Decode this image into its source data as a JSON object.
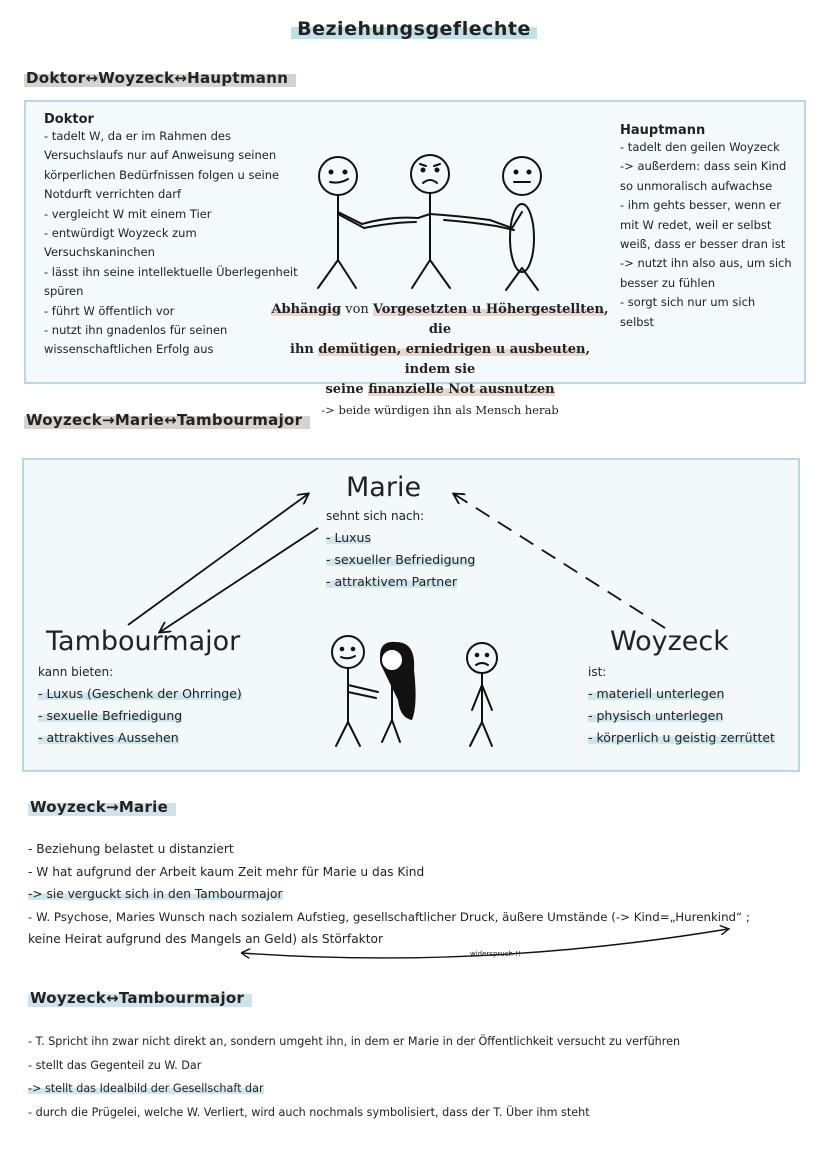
{
  "title": "Beziehungsgeflechte",
  "section1": {
    "heading": "Doktor↔Woyzeck↔Hauptmann",
    "doktor": {
      "heading": "Doktor",
      "lines": [
        "- tadelt W, da er im Rahmen des",
        "Versuchslaufs nur auf Anweisung seinen",
        "körperlichen Bedürfnissen folgen u seine",
        "Notdurft verrichten darf",
        "- vergleicht W mit einem Tier",
        "- entwürdigt Woyzeck zum",
        "Versuchskaninchen",
        "- lässt ihn seine intellektuelle Überlegenheit",
        "spüren",
        "- führt W öffentlich vor",
        "- nutzt ihn gnadenlos für seinen",
        "wissenschaftlichen Erfolg aus"
      ]
    },
    "hauptmann": {
      "heading": "Hauptmann",
      "lines": [
        "- tadelt den geilen Woyzeck",
        "-> außerdem: dass sein Kind",
        "so unmoralisch aufwachse",
        "- ihm gehts besser, wenn er",
        "mit W redet, weil er selbst",
        "weiß, dass er besser dran ist",
        "-> nutzt ihn also aus, um sich",
        "besser zu fühlen",
        "- sorgt sich nur um sich",
        "selbst"
      ]
    },
    "center": {
      "line1_a": "Abhängig",
      "line1_b": " von ",
      "line1_c": "Vorgesetzten u Höhergestellten",
      "line1_d": ", die",
      "line2_a": "ihn ",
      "line2_b": "demütigen, erniedrigen u ausbeuten",
      "line2_c": ", indem sie",
      "line3_a": "seine ",
      "line3_b": "finanzielle Not ausnutzen",
      "line4": "-> beide würdigen ihn als Mensch herab"
    }
  },
  "section2": {
    "heading": "Woyzeck→Marie↔Tambourmajor",
    "marie": {
      "name": "Marie",
      "intro": "sehnt sich nach:",
      "items": [
        "- Luxus",
        "- sexueller Befriedigung",
        "- attraktivem Partner"
      ]
    },
    "tambourmajor": {
      "name": "Tambourmajor",
      "intro": "kann bieten:",
      "items": [
        "- Luxus (Geschenk der Ohrringe)",
        "- sexuelle Befriedigung",
        "- attraktives Aussehen"
      ]
    },
    "woyzeck": {
      "name": "Woyzeck",
      "intro": "ist:",
      "items": [
        "- materiell unterlegen",
        "- physisch unterlegen",
        "- körperlich u geistig zerrüttet"
      ]
    }
  },
  "section3": {
    "heading": "Woyzeck→Marie",
    "lines": [
      "- Beziehung belastet u distanziert",
      "- W hat aufgrund der Arbeit kaum Zeit mehr für Marie u das Kind",
      "-> sie verguckt sich in den Tambourmajor",
      "- W. Psychose, Maries Wunsch nach sozialem Aufstieg, gesellschaftlicher Druck, äußere Umstände (-> Kind=„Hurenkind“ ;",
      "keine Heirat aufgrund des Mangels an Geld) als Störfaktor"
    ],
    "arrow_note": "widerspruch !!"
  },
  "section4": {
    "heading": "Woyzeck↔Tambourmajor",
    "lines": [
      "- T. Spricht ihn zwar nicht direkt an, sondern umgeht ihn, in dem er Marie in der Öffentlichkeit versucht zu verführen",
      "- stellt das Gegenteil zu W. Dar",
      "-> stellt das Idealbild der Gesellschaft dar",
      "- durch die Prügelei, welche W. Verliert, wird auch nochmals symbolisiert, dass der T. Über ihm steht"
    ]
  },
  "colors": {
    "highlight_blue": "#cfe6ec",
    "highlight_tan": "#e8d8cc",
    "box_border": "#b9d9e2",
    "box_fill": "#f4f9fb"
  }
}
